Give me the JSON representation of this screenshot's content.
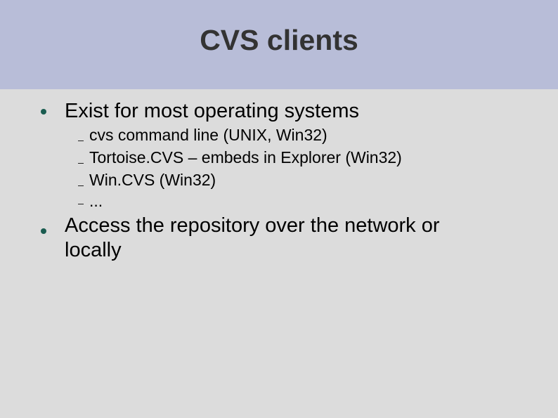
{
  "slide": {
    "title": "CVS clients",
    "colors": {
      "header_bg": "#b8bdd8",
      "body_bg": "#dcdcdc",
      "title_text": "#333333",
      "bullet": "#1a5c50"
    },
    "bullets": [
      {
        "text": "Exist for most operating systems",
        "sub": [
          "cvs command line (UNIX, Win32)",
          "Tortoise.CVS – embeds in Explorer (Win32)",
          "Win.CVS (Win32)",
          "..."
        ]
      },
      {
        "text": "Access the repository over the network or",
        "text_line2": "locally"
      }
    ]
  }
}
